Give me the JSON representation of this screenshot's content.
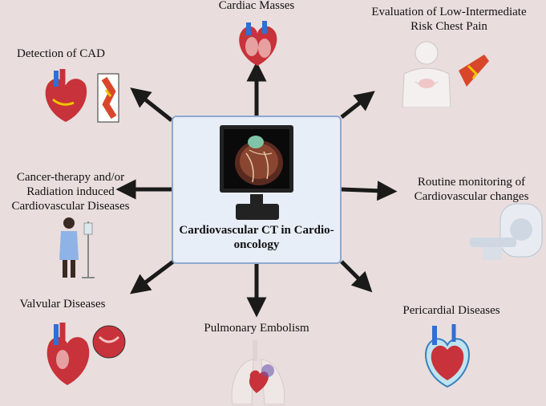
{
  "center": {
    "title": "Cardiovascular CT in Cardio-oncology"
  },
  "labels": {
    "cardiac_masses": "Cardiac Masses",
    "chest_pain_line1": "Evaluation of Low-Intermediate",
    "chest_pain_line2": "Risk Chest Pain",
    "cad": "Detection of CAD",
    "radiation_line1": "Cancer-therapy and/or",
    "radiation_line2": "Radiation induced",
    "radiation_line3": "Cardiovascular Diseases",
    "monitoring_line1": "Routine monitoring of",
    "monitoring_line2": "Cardiovascular changes",
    "valvular": "Valvular Diseases",
    "pe": "Pulmonary Embolism",
    "pericardial": "Pericardial Diseases"
  },
  "colors": {
    "background": "#e9dedd",
    "center_box_fill": "#e8eef8",
    "center_box_border": "#8fa8cf",
    "arrow": "#1a1a1a",
    "heart_red": "#c8323a",
    "vessel_blue": "#2f6fd6"
  }
}
